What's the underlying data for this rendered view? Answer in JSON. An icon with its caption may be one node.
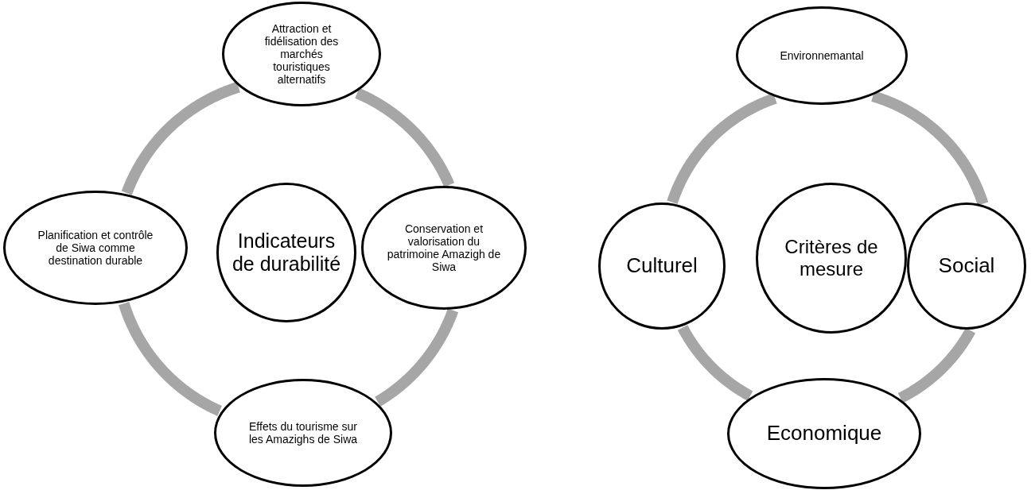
{
  "diagram": {
    "nodes": [
      {
        "text": [
          "Attraction et fidélisation des marchés touristiques alternatifs"
        ]
      },
      {
        "text": [
          "Planification et contrôle de Siwa comme destination durable"
        ]
      },
      {
        "text": [
          "Indicateurs de durabilité"
        ]
      },
      {
        "text": [
          "Conservation et valorisation du patrimoine Amazigh de Siwa"
        ]
      },
      {
        "text": [
          "Effets du tourisme sur les Amazighs de Siwa"
        ]
      },
      {
        "text": [
          "Environnemantal"
        ]
      },
      {
        "text": [
          "Culturel"
        ]
      },
      {
        "text": [
          "Critères de mesure"
        ]
      },
      {
        "text": [
          "Social"
        ]
      },
      {
        "text": [
          "Economique"
        ]
      }
    ],
    "edges": [
      {
        "from": 0,
        "to": 3,
        "arrow": "none"
      },
      {
        "from": 3,
        "to": 4,
        "arrow": "none"
      },
      {
        "from": 4,
        "to": 1,
        "arrow": "none"
      },
      {
        "from": 1,
        "to": 0,
        "arrow": "none"
      },
      {
        "from": 5,
        "to": 8,
        "arrow": "none"
      },
      {
        "from": 8,
        "to": 9,
        "arrow": "none"
      },
      {
        "from": 9,
        "to": 6,
        "arrow": "none"
      },
      {
        "from": 6,
        "to": 5,
        "arrow": "none"
      }
    ]
  }
}
